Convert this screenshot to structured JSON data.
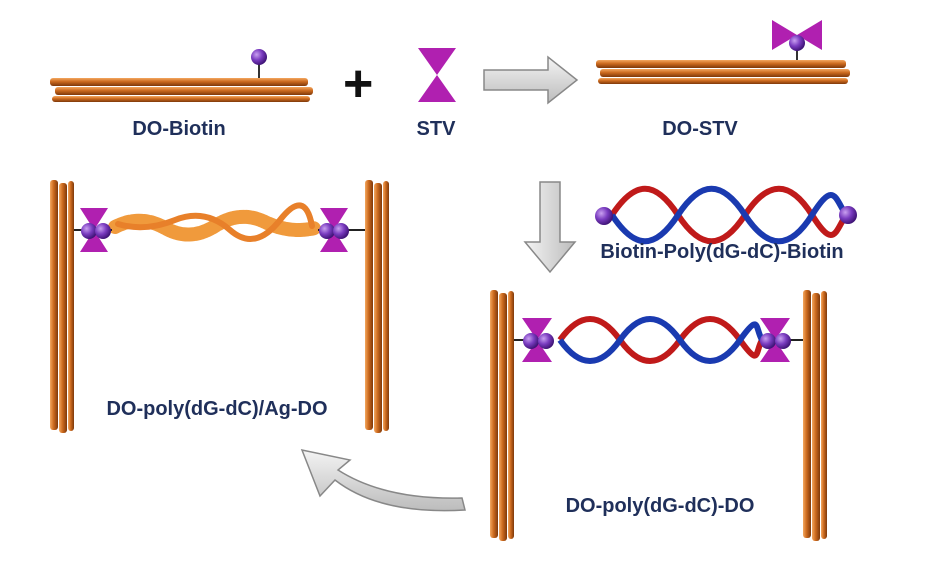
{
  "labels": {
    "do_biotin": "DO-Biotin",
    "plus": "+",
    "stv": "STV",
    "do_stv": "DO-STV",
    "biotin_poly": "Biotin-Poly(dG-dC)-Biotin",
    "do_poly_ag_do": "DO-poly(dG-dC)/Ag-DO",
    "do_poly_do": "DO-poly(dG-dC)-DO"
  },
  "colors": {
    "origami_orange": "#cc6a1e",
    "origami_dark": "#8a3f0c",
    "origami_light": "#f0a258",
    "stv_magenta": "#b020b0",
    "biotin_purple": "#6a2ea8",
    "dna_red": "#c01a1a",
    "dna_blue": "#1a3ab0",
    "silver_orange": "#f09a3c",
    "arrow_gray": "#dcdcdc",
    "label_navy": "#1f2f5a"
  }
}
